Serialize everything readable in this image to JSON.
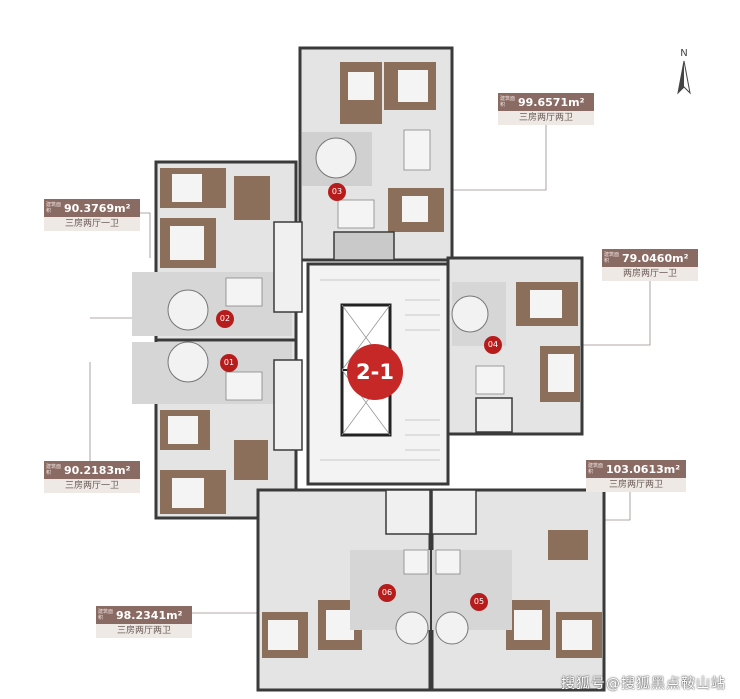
{
  "building_badge": "2-1",
  "north_label": "N",
  "watermark": "搜狐号@搜狐黑点鞍山站",
  "units": [
    {
      "no": "01",
      "area": "90.2183m²",
      "layout": "三房两厅一卫"
    },
    {
      "no": "02",
      "area": "90.3769m²",
      "layout": "三房两厅一卫"
    },
    {
      "no": "03",
      "area": "99.6571m²",
      "layout": "三房两厅两卫"
    },
    {
      "no": "04",
      "area": "79.0460m²",
      "layout": "两房两厅一卫"
    },
    {
      "no": "05",
      "area": "103.0613m²",
      "layout": "三房两厅两卫"
    },
    {
      "no": "06",
      "area": "98.2341m²",
      "layout": "三房两厅两卫"
    }
  ],
  "tag_label": "建筑面积",
  "colors": {
    "tag": "#8a6b63",
    "badge": "#c62828",
    "wall": "#3a3a3a",
    "room": "#d7d7d7",
    "wood": "#8b6f5a"
  }
}
